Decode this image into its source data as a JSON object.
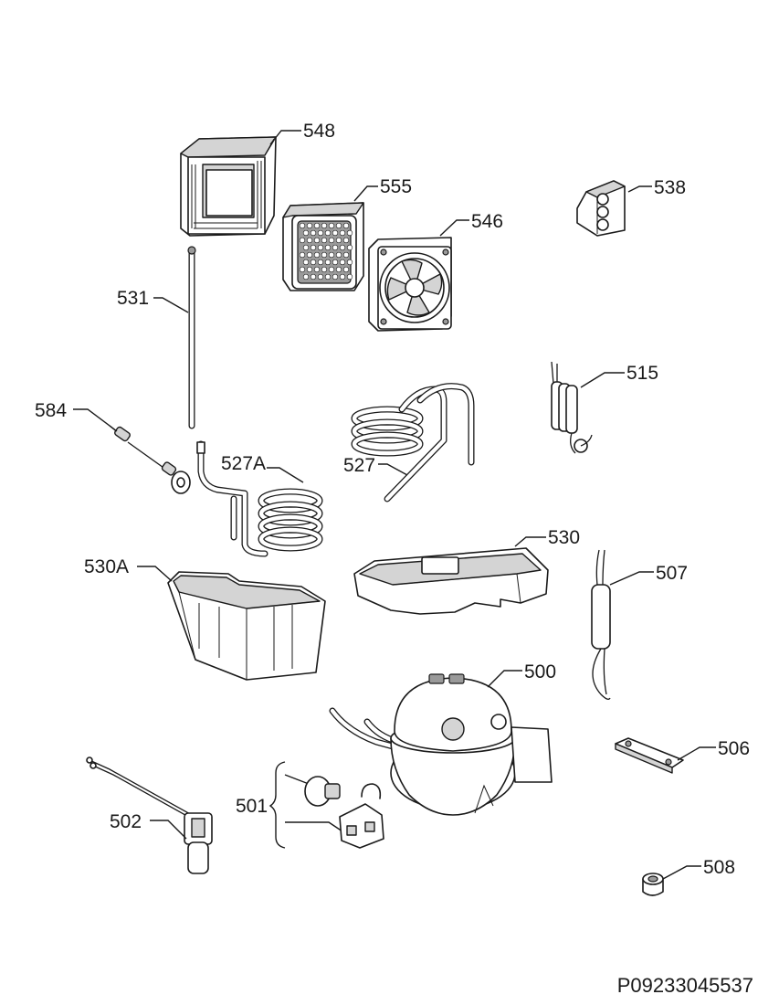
{
  "diagram": {
    "type": "exploded-parts-view",
    "parts": [
      {
        "id": "548",
        "label": "548"
      },
      {
        "id": "555",
        "label": "555"
      },
      {
        "id": "546",
        "label": "546"
      },
      {
        "id": "538",
        "label": "538"
      },
      {
        "id": "531",
        "label": "531"
      },
      {
        "id": "515",
        "label": "515"
      },
      {
        "id": "584",
        "label": "584"
      },
      {
        "id": "527A",
        "label": "527A"
      },
      {
        "id": "527",
        "label": "527"
      },
      {
        "id": "530",
        "label": "530"
      },
      {
        "id": "530A",
        "label": "530A"
      },
      {
        "id": "507",
        "label": "507"
      },
      {
        "id": "500",
        "label": "500"
      },
      {
        "id": "506",
        "label": "506"
      },
      {
        "id": "501",
        "label": "501"
      },
      {
        "id": "502",
        "label": "502"
      },
      {
        "id": "508",
        "label": "508"
      }
    ]
  },
  "document_code": "P09233045537"
}
